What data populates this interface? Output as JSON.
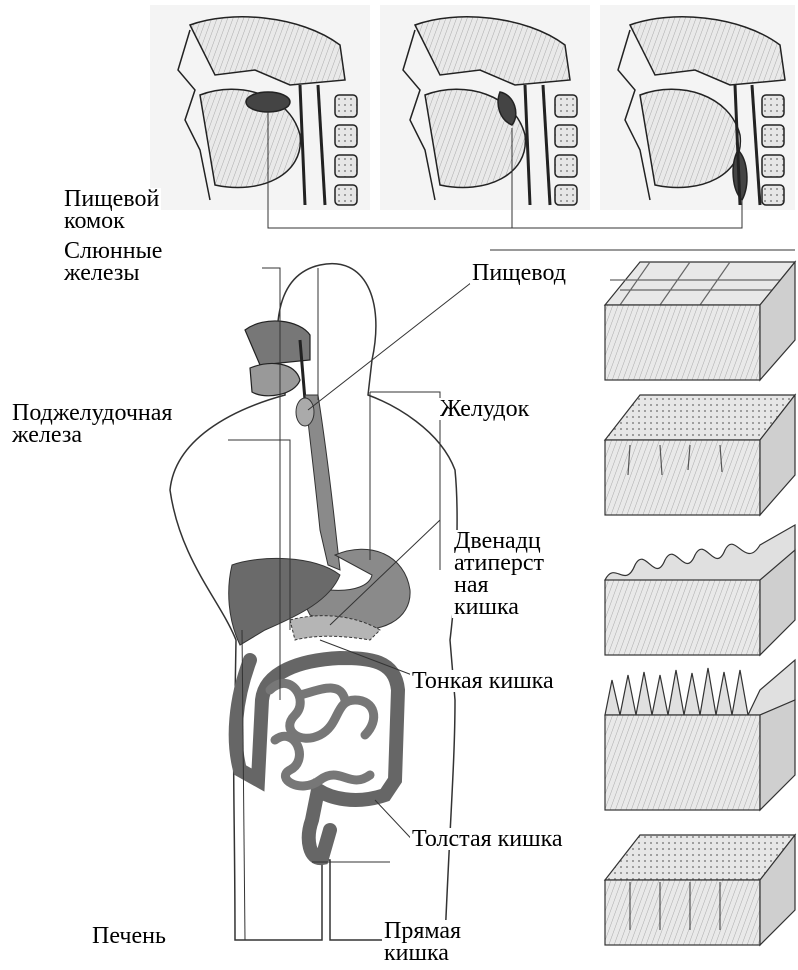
{
  "labels": {
    "bolus": "Пищевой\nкомок",
    "salivary": "Слюнные\nжелезы",
    "esophagus": "Пищевод",
    "pancreas": "Поджелудочная\nжелеза",
    "stomach": "Желудок",
    "duodenum": "Двенадц\nатиперст\nная\nкишка",
    "small_intestine": "Тонкая кишка",
    "large_intestine": "Толстая кишка",
    "liver": "Печень",
    "rectum": "Прямая\nкишка"
  },
  "colors": {
    "organ_fill": "#8a8a8a",
    "organ_dark": "#555555",
    "line": "#222222",
    "tissue_fill": "#d8d8d8"
  }
}
